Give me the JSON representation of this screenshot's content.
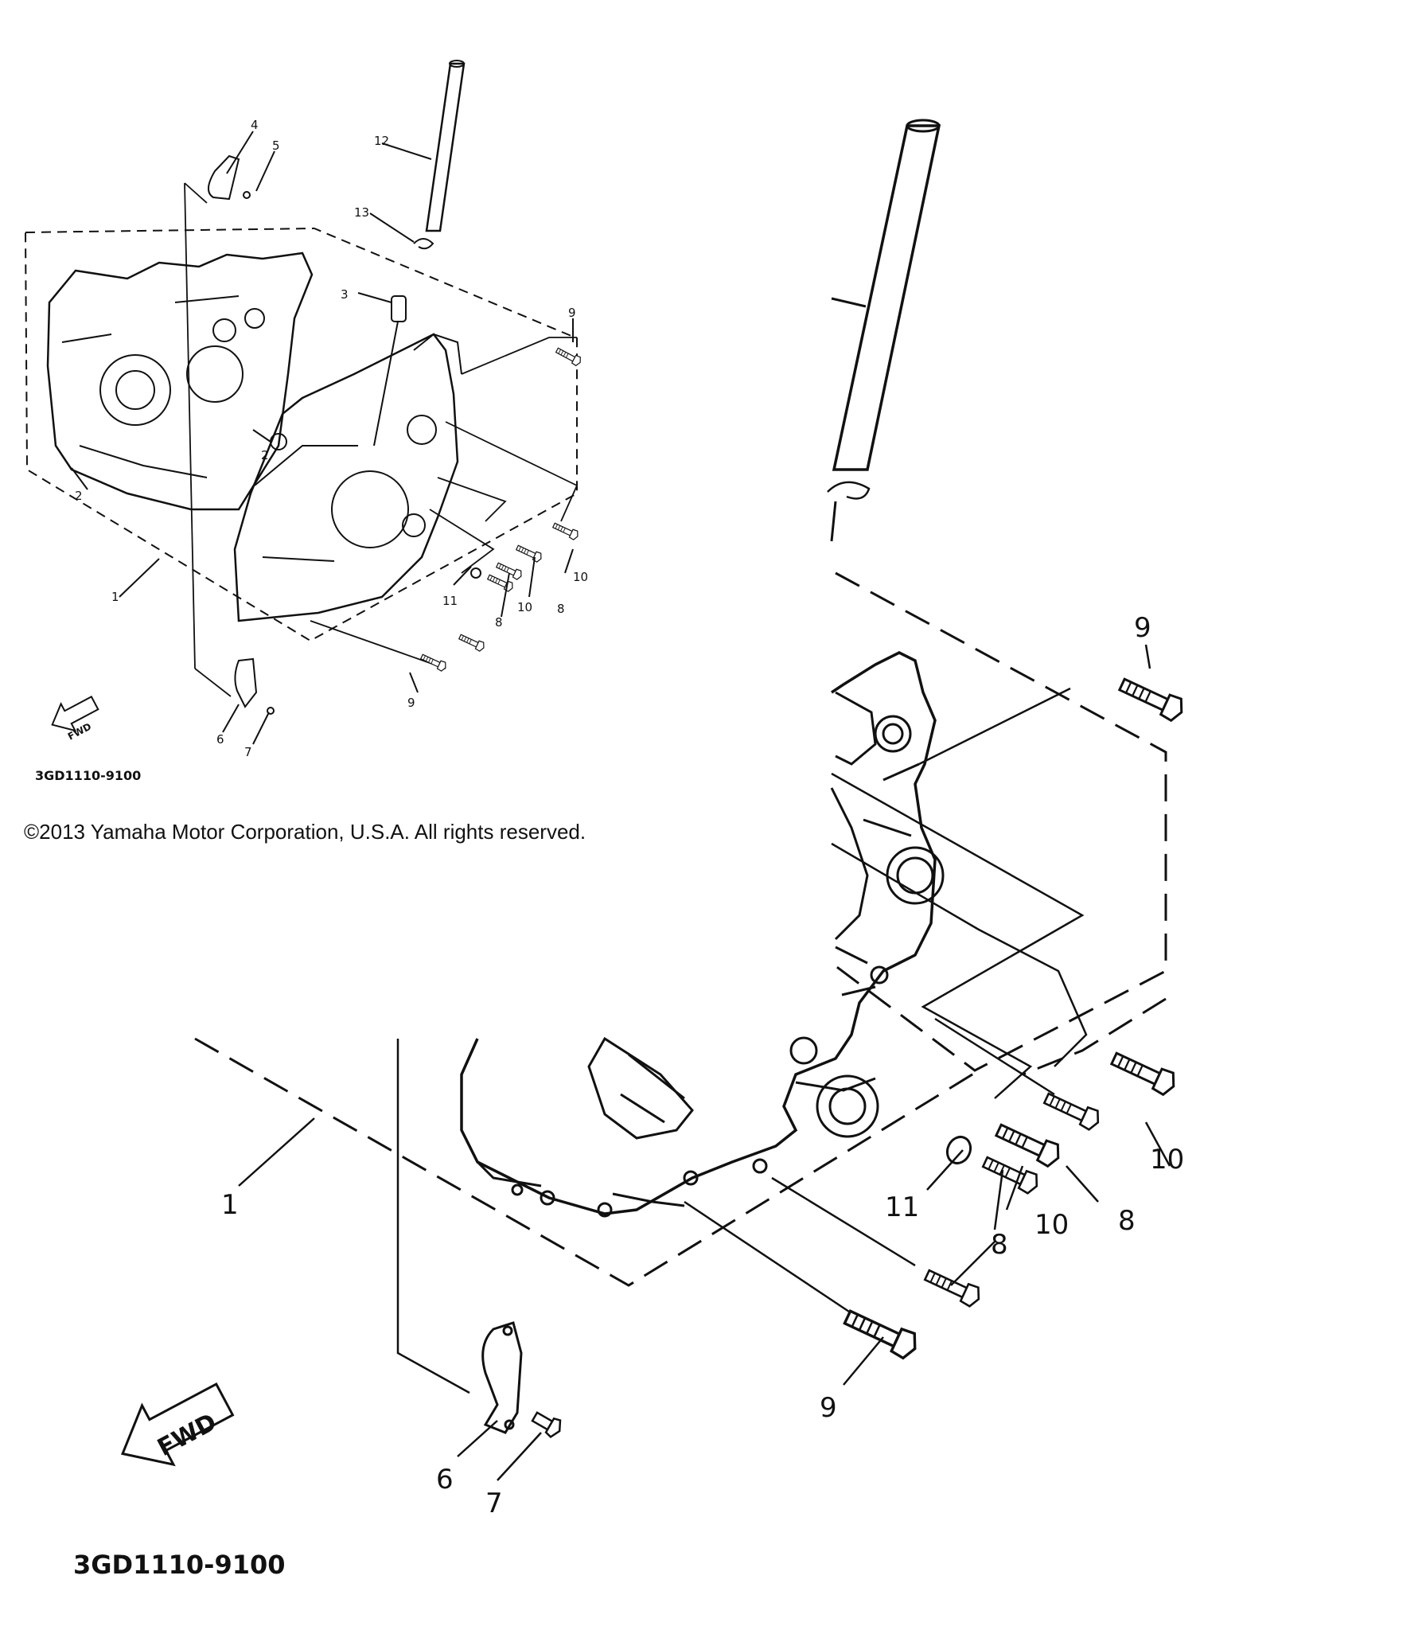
{
  "copyright": "©2013 Yamaha Motor Corporation, U.S.A. All rights reserved.",
  "diagram_code": "3GD1110-9100",
  "fwd_label": "FWD",
  "thumbnail_callouts": [
    "1",
    "2",
    "2",
    "3",
    "4",
    "5",
    "6",
    "7",
    "8",
    "8",
    "9",
    "9",
    "10",
    "10",
    "11",
    "12",
    "13"
  ],
  "zoom_callouts": [
    "1",
    "6",
    "7",
    "8",
    "8",
    "9",
    "9",
    "10",
    "10",
    "11"
  ],
  "colors": {
    "ink": "#111111",
    "background": "#ffffff"
  }
}
